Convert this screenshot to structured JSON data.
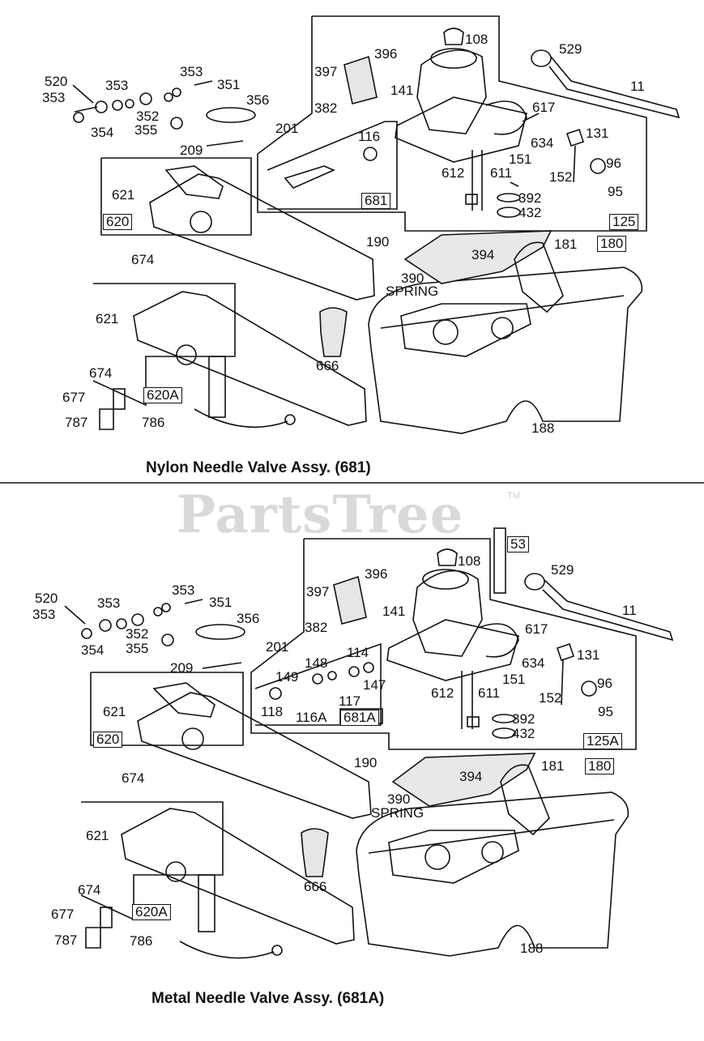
{
  "watermark": {
    "text": "PartsTree",
    "tm": "TM"
  },
  "panels": [
    {
      "caption": "Nylon Needle Valve Assy. (681)",
      "labels": [
        "520",
        "353",
        "354",
        "353",
        "352",
        "355",
        "353",
        "351",
        "356",
        "397",
        "396",
        "382",
        "201",
        "141",
        "108",
        "529",
        "11",
        "617",
        "209",
        "116",
        "681",
        "634",
        "131",
        "151",
        "152",
        "96",
        "95",
        "612",
        "611",
        "392",
        "432",
        "125",
        "621",
        "620",
        "674",
        "190",
        "181",
        "180",
        "394",
        "390",
        "SPRING",
        "621",
        "666",
        "674",
        "620A",
        "677",
        "787",
        "786",
        "188"
      ]
    },
    {
      "caption": "Metal Needle Valve Assy. (681A)",
      "labels": [
        "520",
        "353",
        "354",
        "353",
        "352",
        "355",
        "353",
        "351",
        "356",
        "397",
        "396",
        "382",
        "201",
        "141",
        "108",
        "53",
        "529",
        "11",
        "617",
        "209",
        "114",
        "148",
        "149",
        "147",
        "118",
        "116A",
        "117",
        "681A",
        "634",
        "131",
        "151",
        "152",
        "96",
        "95",
        "612",
        "611",
        "392",
        "432",
        "125A",
        "621",
        "620",
        "674",
        "190",
        "181",
        "180",
        "394",
        "390",
        "SPRING",
        "621",
        "666",
        "674",
        "620A",
        "677",
        "787",
        "786",
        "188"
      ]
    }
  ]
}
